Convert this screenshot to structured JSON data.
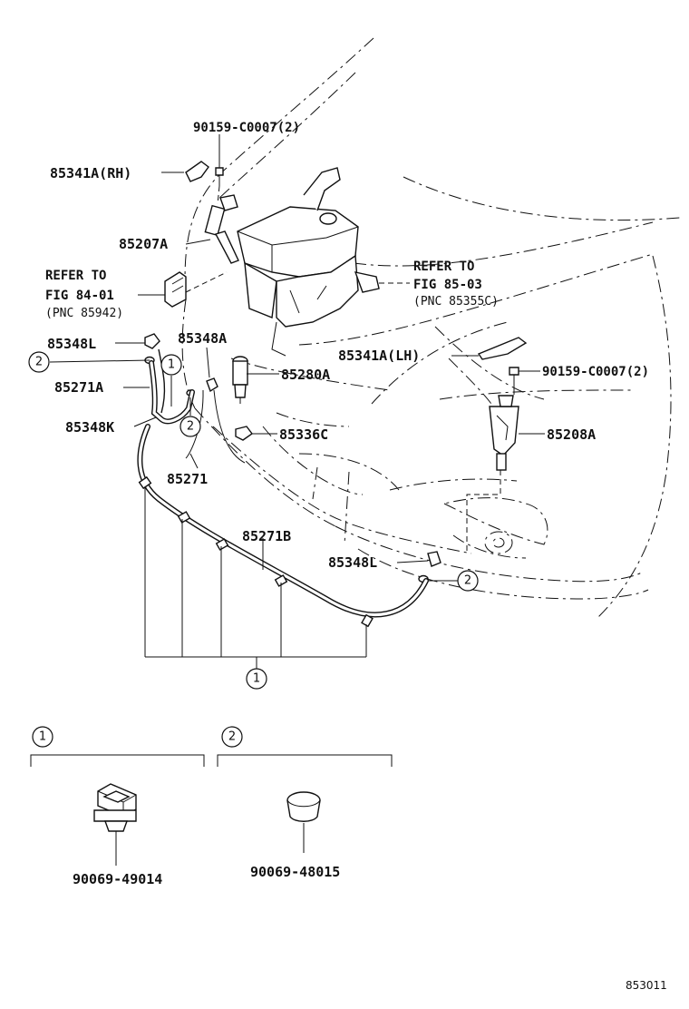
{
  "labels": {
    "p90159_top": "90159-C0007(2)",
    "p85341A_rh": "85341A(RH)",
    "p85207A": "85207A",
    "refer_a_1": "REFER TO",
    "refer_a_2": "FIG 84-01",
    "refer_a_3": "(PNC 85942)",
    "refer_b_1": "REFER TO",
    "refer_b_2": "FIG 85-03",
    "refer_b_3": "(PNC 85355C)",
    "p85348L_top": "85348L",
    "p85348A": "85348A",
    "p85341A_lh": "85341A(LH)",
    "p90159_right": "90159-C0007(2)",
    "p85271A": "85271A",
    "p85280A": "85280A",
    "p85348K": "85348K",
    "p85336C": "85336C",
    "p85208A": "85208A",
    "p85271": "85271",
    "p85271B": "85271B",
    "p85348L_bottom": "85348L",
    "p90069_49014": "90069-49014",
    "p90069_48015": "90069-48015"
  },
  "callouts": {
    "one": "1",
    "two": "2"
  },
  "figure_code": "853011"
}
